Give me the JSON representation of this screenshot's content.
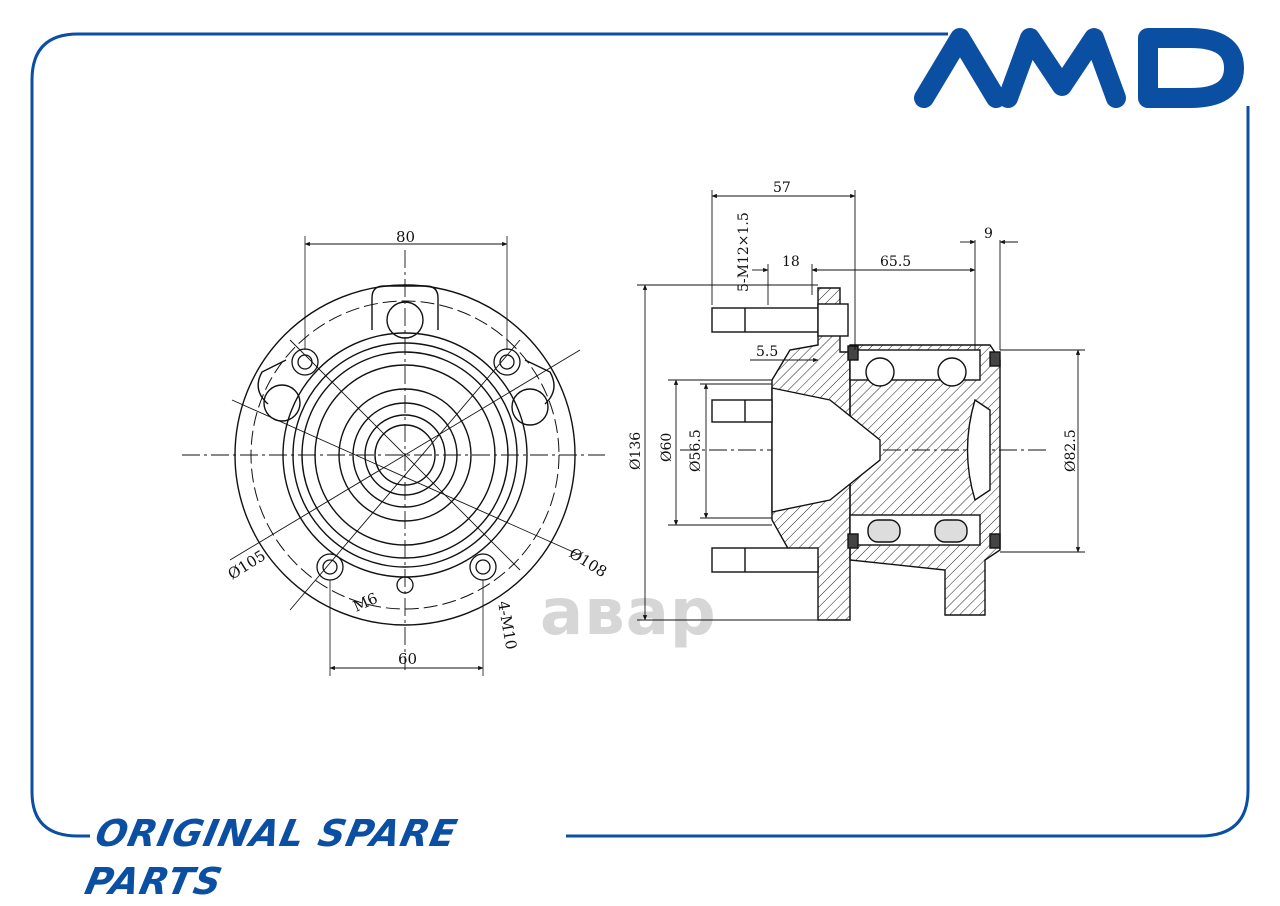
{
  "brand": {
    "logo_text": "AMD",
    "color": "#0b4fa3"
  },
  "footer": {
    "title": "ORIGINAL SPARE PARTS"
  },
  "watermark": {
    "text": "авар"
  },
  "front_view": {
    "dim_top": "80",
    "dim_bottom": "60",
    "dim_d105": "Ø105",
    "dim_d108": "Ø108",
    "dim_m6": "M6",
    "dim_4m10": "4-M10"
  },
  "side_view": {
    "dim_57": "57",
    "dim_stud": "5-M12×1.5",
    "dim_18": "18",
    "dim_65_5": "65.5",
    "dim_9": "9",
    "dim_5_5": "5.5",
    "dim_d136": "Ø136",
    "dim_d60": "Ø60",
    "dim_d56_5": "Ø56.5",
    "dim_d82_5": "Ø82.5"
  }
}
